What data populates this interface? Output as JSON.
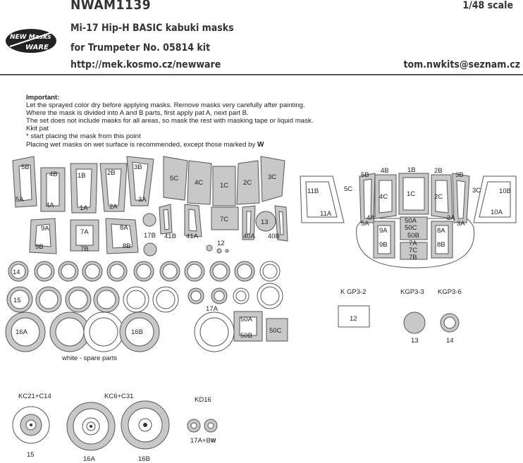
{
  "header": {
    "product_code": "NWAM1139",
    "scale": "1/48 scale",
    "title": "Mi-17 Hip-H BASIC kabuki masks",
    "subtitle": "for Trumpeter No. 05814 kit",
    "url": "http://mek.kosmo.cz/newware",
    "email": "tom.nwkits@seznam.cz",
    "logo_line1": "NEW Masks",
    "logo_line2": "WARE"
  },
  "instructions": {
    "heading": "Important:",
    "lines": [
      "Let the sprayed color dry before applying masks. Remove masks very carefully after painting.",
      "Where the mask is divided into A and B parts, first apply pat A, next part B.",
      "The set does not include masks for all areas, so mask the rest with masking tape or liquid mask.",
      "Kkit pat",
      "* start placing the mask from this point",
      "Placing wet masks on wet surface is recommended, except those marked by"
    ]
  },
  "sheet": {
    "trapezoids": [
      "5B",
      "4B",
      "1B",
      "2B",
      "3B",
      "5A",
      "4A",
      "1A",
      "2A",
      "3A"
    ],
    "solid_panels": [
      "5C",
      "4C",
      "1C",
      "2C",
      "3C"
    ],
    "mid_left": [
      "9A",
      "7A",
      "8A",
      "9B",
      "7B",
      "8B",
      "17B"
    ],
    "mid_right": [
      "41B",
      "41A",
      "7C",
      "13",
      "40A",
      "40B",
      "12"
    ],
    "rings": [
      "14",
      "15",
      "16A",
      "16B",
      "17A"
    ],
    "fifty": [
      "50A",
      "50B",
      "50C"
    ],
    "spare_note": "white - spare parts"
  },
  "diagram": {
    "side_windows": [
      "11B",
      "11A",
      "10B",
      "10A"
    ],
    "labels": [
      "5B",
      "4B",
      "1B",
      "2B",
      "3B",
      "5C",
      "4C",
      "1C",
      "2C",
      "3C",
      "5A",
      "4A",
      "2A",
      "3A",
      "9A",
      "9B",
      "8A",
      "8B",
      "50A",
      "50C",
      "50B",
      "7A",
      "7C",
      "7B"
    ],
    "kgp": [
      {
        "name": "K GP3-2",
        "part": "12"
      },
      {
        "name": "KGP3-3",
        "part": "13"
      },
      {
        "name": "KGP3-6",
        "part": "14"
      }
    ]
  },
  "wheels": [
    {
      "name": "KC21+C14",
      "part": "15"
    },
    {
      "name": "KC6+C31",
      "part": "16A"
    },
    {
      "name": "",
      "part": "16B"
    },
    {
      "name": "KD16",
      "part": "17A+B"
    }
  ]
}
